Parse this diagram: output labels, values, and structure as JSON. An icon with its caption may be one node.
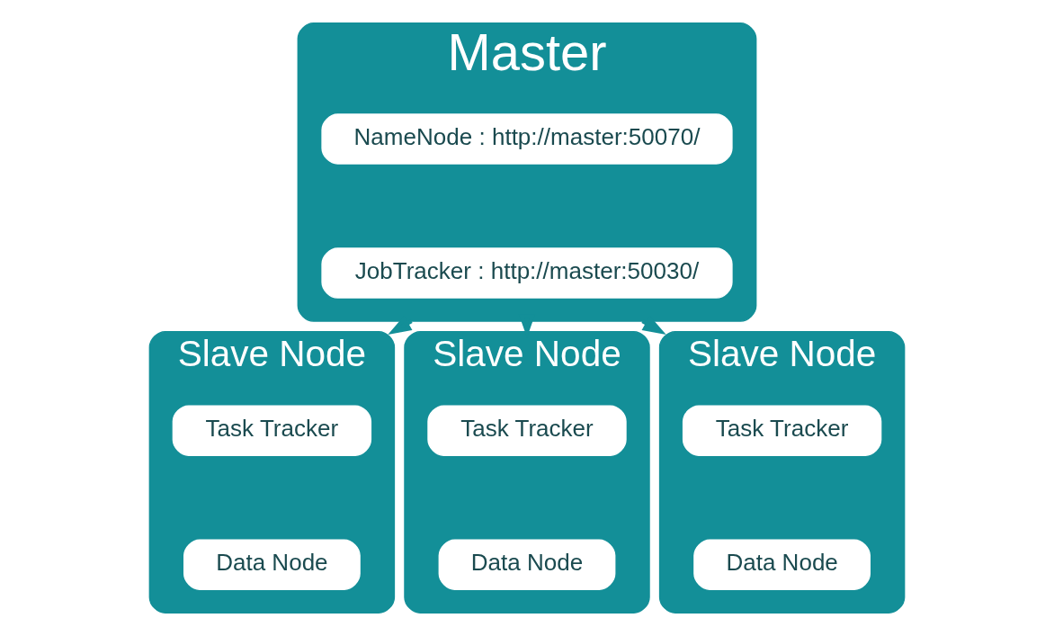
{
  "diagram": {
    "nodes": [
      {
        "text": [
          "Master"
        ]
      },
      {
        "text": [
          "NameNode : http://master:50070/"
        ],
        "in": 0
      },
      {
        "text": [
          "JobTracker : http://master:50030/"
        ],
        "in": 0
      },
      {
        "text": [
          "Slave Node"
        ]
      },
      {
        "text": [
          "Task Tracker"
        ],
        "in": 3
      },
      {
        "text": [
          "Data Node"
        ],
        "in": 3
      },
      {
        "text": [
          "Slave Node"
        ]
      },
      {
        "text": [
          "Task Tracker"
        ],
        "in": 6
      },
      {
        "text": [
          "Data Node"
        ],
        "in": 6
      },
      {
        "text": [
          "Slave Node"
        ]
      },
      {
        "text": [
          "Task Tracker"
        ],
        "in": 9
      },
      {
        "text": [
          "Data Node"
        ],
        "in": 9
      }
    ],
    "edges": [
      {
        "from": 0,
        "to": 3,
        "arrow": "to",
        "style": "dashed"
      },
      {
        "from": 0,
        "to": 6,
        "arrow": "to",
        "style": "dashed"
      },
      {
        "from": 0,
        "to": 9,
        "arrow": "to",
        "style": "dashed"
      }
    ]
  }
}
